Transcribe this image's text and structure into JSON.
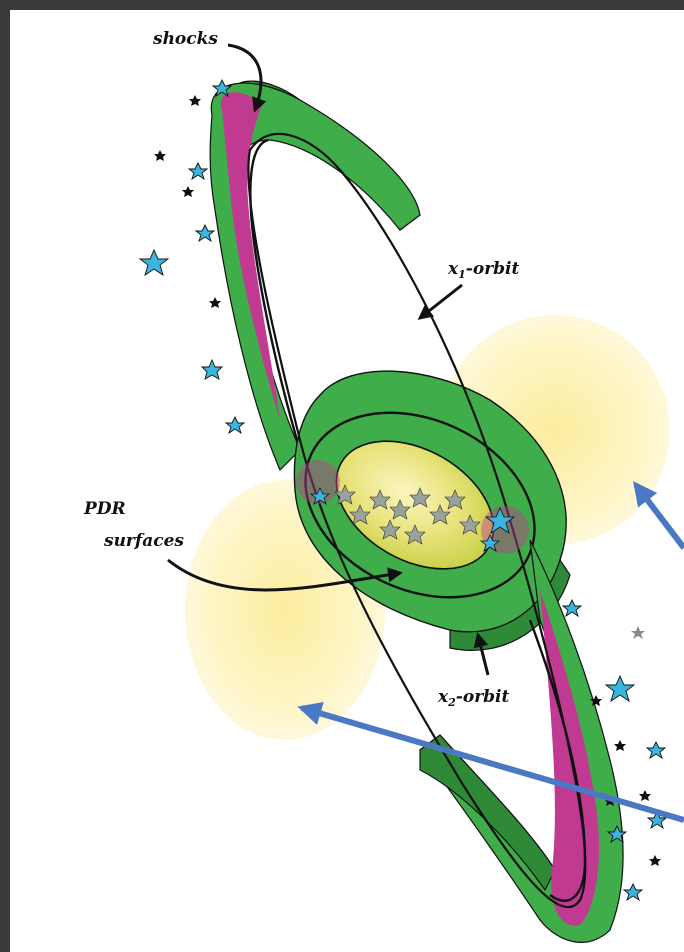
{
  "labels": {
    "shocks": "shocks",
    "x1_prefix": "x",
    "x1_sub": "1",
    "x1_suffix": "-orbit",
    "x2_prefix": "x",
    "x2_sub": "2",
    "x2_suffix": "-orbit",
    "pdr_line1": "PDR",
    "pdr_line2": "surfaces"
  },
  "colors": {
    "frame": "#3a3a3a",
    "background": "#ffffff",
    "bar_green": "#3fae4a",
    "bar_green_dark": "#2f8a38",
    "shock_magenta": "#c03a92",
    "pdr_yellow": "#fdf1b0",
    "star_blue": "#3bb4e0",
    "star_black": "#111111",
    "arrow_blue": "#4a78c2"
  }
}
